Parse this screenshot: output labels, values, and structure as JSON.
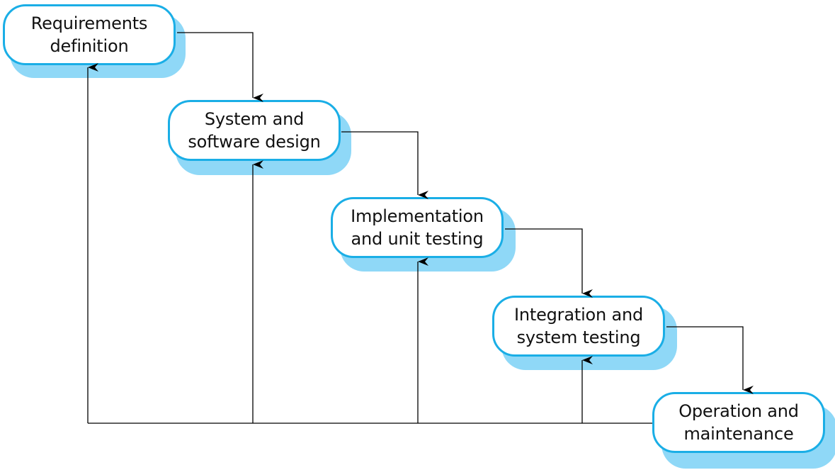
{
  "diagram": {
    "stages": [
      {
        "line1": "Requirements",
        "line2": "definition"
      },
      {
        "line1": "System and",
        "line2": "software design"
      },
      {
        "line1": "Implementation",
        "line2": "and unit testing"
      },
      {
        "line1": "Integration and",
        "line2": "system testing"
      },
      {
        "line1": "Operation and",
        "line2": "maintenance"
      }
    ],
    "colors": {
      "box_border": "#1aaee6",
      "box_shadow": "#8fd8f7",
      "connector": "#000000"
    }
  }
}
